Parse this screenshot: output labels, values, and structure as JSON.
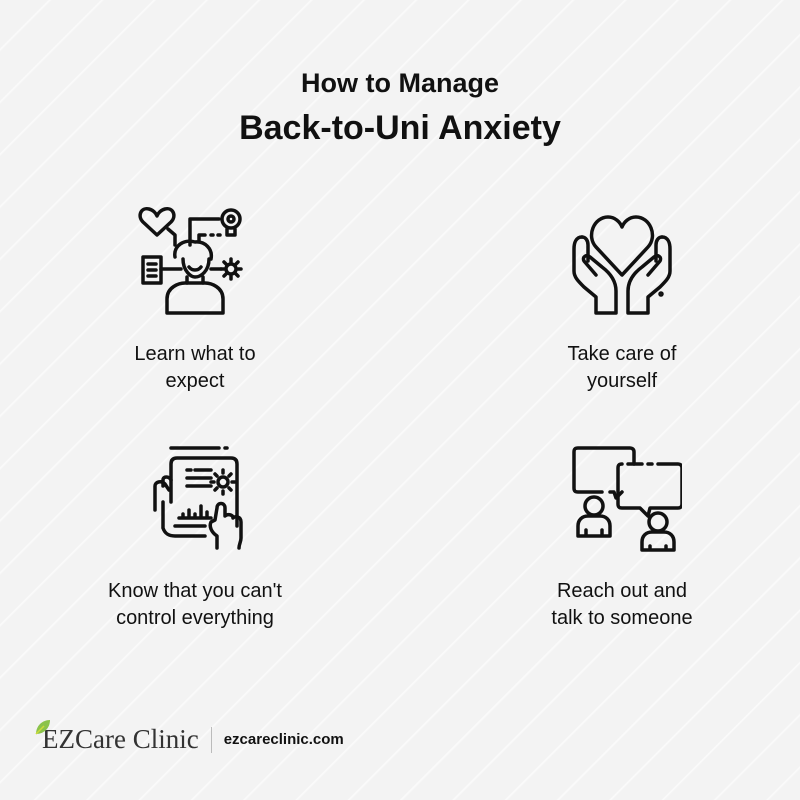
{
  "header": {
    "title_line1": "How to Manage",
    "title_line2": "Back-to-Uni Anxiety"
  },
  "items": [
    {
      "icon": "person-ideas-icon",
      "label_line1": "Learn what to",
      "label_line2": "expect"
    },
    {
      "icon": "hands-heart-icon",
      "label_line1": "Take care of",
      "label_line2": "yourself"
    },
    {
      "icon": "tablet-settings-icon",
      "label_line1": "Know that you can't",
      "label_line2": "control everything"
    },
    {
      "icon": "conversation-icon",
      "label_line1": "Reach out and",
      "label_line2": "talk to someone"
    }
  ],
  "footer": {
    "brand": "EZCare Clinic",
    "url": "ezcareclinic.com",
    "leaf_color": "#8bc34a"
  }
}
